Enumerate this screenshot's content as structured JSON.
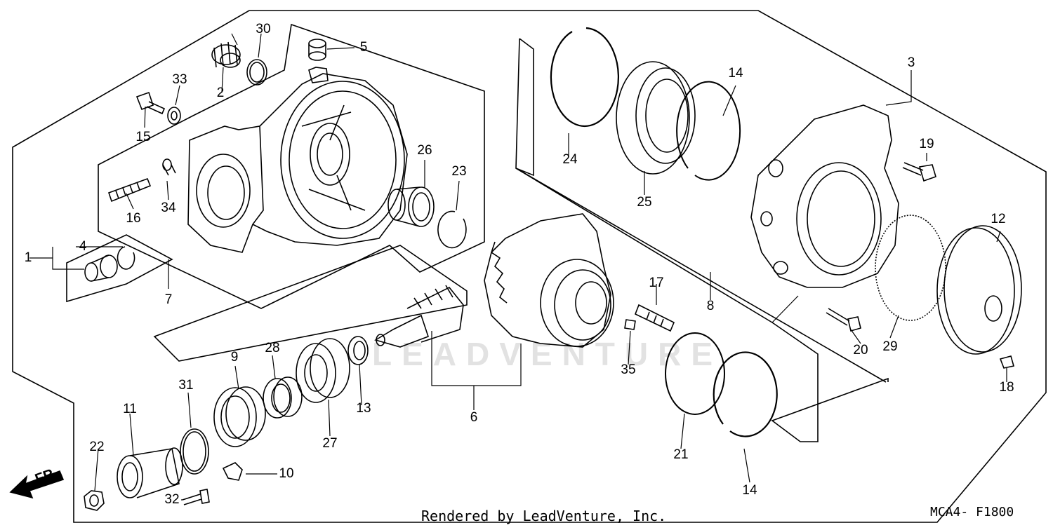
{
  "watermark": "LEADVENTURE",
  "footer": {
    "credit": "Rendered by LeadVenture, Inc.",
    "code": "MCA4- F1800"
  },
  "front_marker": "FR.",
  "callouts": {
    "c1": "1",
    "c2": "2",
    "c3": "3",
    "c4": "4",
    "c5": "5",
    "c6": "6",
    "c7": "7",
    "c8": "8",
    "c9": "9",
    "c10": "10",
    "c11": "11",
    "c12": "12",
    "c13": "13",
    "c14a": "14",
    "c14b": "14",
    "c15": "15",
    "c16": "16",
    "c17": "17",
    "c18": "18",
    "c19": "19",
    "c20": "20",
    "c21": "21",
    "c22": "22",
    "c23": "23",
    "c24": "24",
    "c25": "25",
    "c26": "26",
    "c27": "27",
    "c28": "28",
    "c29": "29",
    "c30": "30",
    "c31": "31",
    "c32": "32",
    "c33": "33",
    "c34": "34",
    "c35": "35"
  }
}
